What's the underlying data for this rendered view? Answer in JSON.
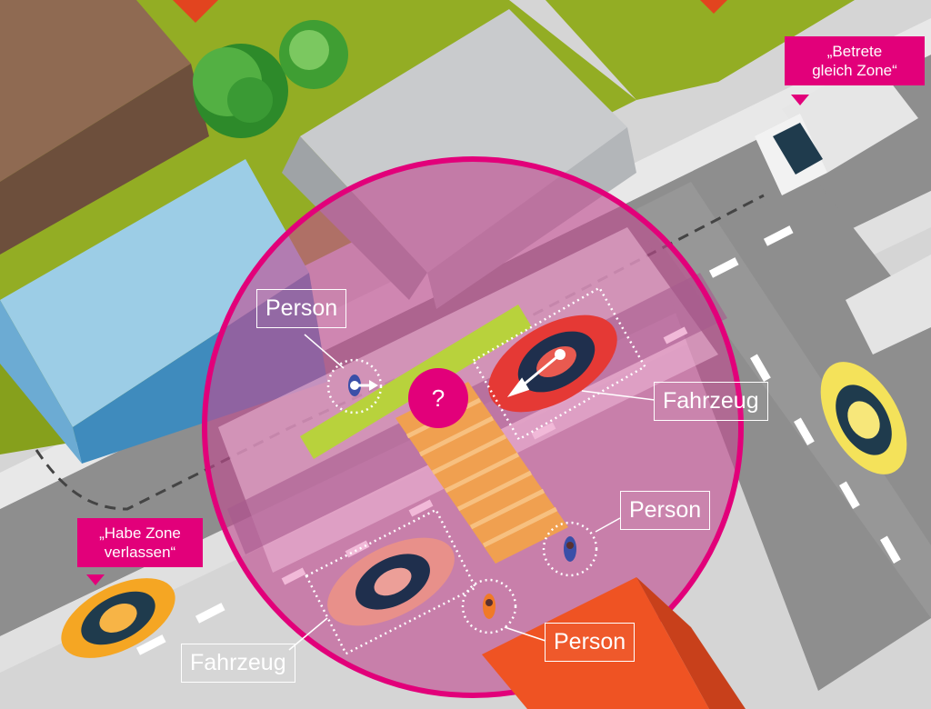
{
  "colors": {
    "accent": "#e2007a",
    "zone_fill": "#c04b8f",
    "grass": "#8aa61e",
    "road": "#8c8c8c",
    "crosswalk": "#f0a050",
    "highlight_strip": "#b8d23c"
  },
  "labels": {
    "person_left": "Person",
    "vehicle_red": "Fahrzeug",
    "person_right": "Person",
    "vehicle_pink": "Fahrzeug",
    "person_bottom": "Person"
  },
  "bubbles": {
    "top_right": "„Betrete\ngleich Zone“",
    "left": "„Habe Zone\nverlassen“"
  },
  "zone": {
    "question_mark": "?"
  },
  "icons": [
    "person-icon",
    "car-icon",
    "truck-icon",
    "tree-icon",
    "direction-arrow-icon"
  ]
}
